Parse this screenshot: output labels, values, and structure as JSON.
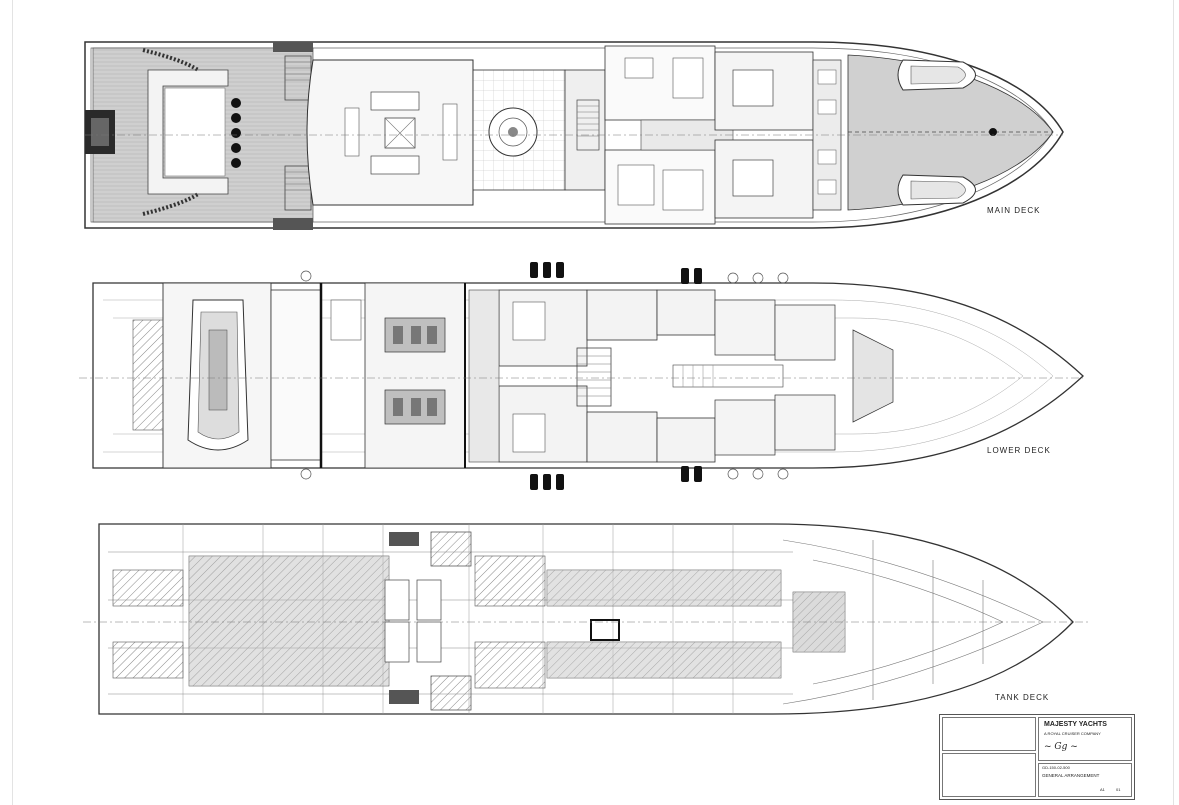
{
  "decks": [
    {
      "key": "main",
      "label": "MAIN DECK"
    },
    {
      "key": "lower",
      "label": "LOWER DECK"
    },
    {
      "key": "tank",
      "label": "TANK DECK"
    }
  ],
  "title_block": {
    "brand": "MAJESTY YACHTS",
    "tagline": "A ROYAL CRUISER COMPANY",
    "drawing_no": "GD-150-02-500",
    "drawing_title": "GENERAL ARRANGEMENT",
    "sheet": "A1",
    "rev": "01"
  },
  "colors": {
    "line": "#333333",
    "deck_fill": "#d8d8d8",
    "dark_fill": "#7a7a7a",
    "black": "#111111"
  }
}
